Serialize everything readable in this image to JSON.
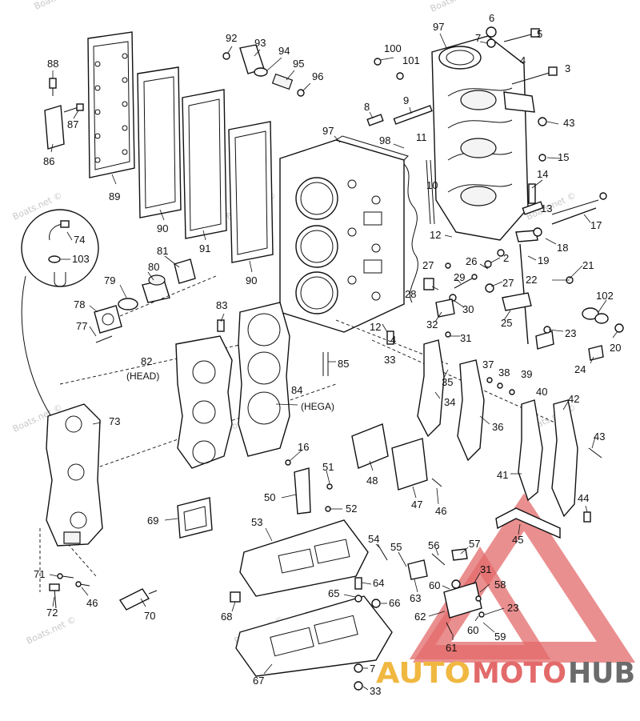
{
  "watermark_text": "Boats.net ©",
  "labels": {
    "head_sub": "(HEAD)",
    "hega_sub": "(HEGA)"
  },
  "logo": {
    "part_a": "AUTO",
    "part_b": "MOTO",
    "part_c": "HUB",
    "color_red": "#e36a6a",
    "color_gold": "#f0b840",
    "color_grey": "#6b6b6b"
  },
  "callouts": [
    {
      "id": "c1",
      "text": "88"
    },
    {
      "id": "c2",
      "text": "87"
    },
    {
      "id": "c3",
      "text": "86"
    },
    {
      "id": "c4",
      "text": "89"
    },
    {
      "id": "c5",
      "text": "90"
    },
    {
      "id": "c6",
      "text": "91"
    },
    {
      "id": "c7",
      "text": "90"
    },
    {
      "id": "c8",
      "text": "92"
    },
    {
      "id": "c9",
      "text": "93"
    },
    {
      "id": "c10",
      "text": "94"
    },
    {
      "id": "c11",
      "text": "95"
    },
    {
      "id": "c12",
      "text": "96"
    },
    {
      "id": "c13",
      "text": "100"
    },
    {
      "id": "c14",
      "text": "101"
    },
    {
      "id": "c15",
      "text": "97"
    },
    {
      "id": "c16",
      "text": "6"
    },
    {
      "id": "c17",
      "text": "7"
    },
    {
      "id": "c18",
      "text": "5"
    },
    {
      "id": "c19",
      "text": "4"
    },
    {
      "id": "c20",
      "text": "3"
    },
    {
      "id": "c21",
      "text": "8"
    },
    {
      "id": "c22",
      "text": "9"
    },
    {
      "id": "c23",
      "text": "43"
    },
    {
      "id": "c24",
      "text": "97"
    },
    {
      "id": "c25",
      "text": "98"
    },
    {
      "id": "c26",
      "text": "11"
    },
    {
      "id": "c27",
      "text": "15"
    },
    {
      "id": "c28",
      "text": "14"
    },
    {
      "id": "c29",
      "text": "10"
    },
    {
      "id": "c30",
      "text": "13"
    },
    {
      "id": "c31",
      "text": "17"
    },
    {
      "id": "c32",
      "text": "12"
    },
    {
      "id": "c33",
      "text": "18"
    },
    {
      "id": "c34",
      "text": "2"
    },
    {
      "id": "c35",
      "text": "19"
    },
    {
      "id": "c36",
      "text": "74"
    },
    {
      "id": "c37",
      "text": "103"
    },
    {
      "id": "c38",
      "text": "81"
    },
    {
      "id": "c39",
      "text": "80"
    },
    {
      "id": "c40",
      "text": "79"
    },
    {
      "id": "c41",
      "text": "78"
    },
    {
      "id": "c42",
      "text": "77"
    },
    {
      "id": "c43",
      "text": "83"
    },
    {
      "id": "c44",
      "text": "27"
    },
    {
      "id": "c45",
      "text": "26"
    },
    {
      "id": "c46",
      "text": "27"
    },
    {
      "id": "c47",
      "text": "21"
    },
    {
      "id": "c48",
      "text": "28"
    },
    {
      "id": "c49",
      "text": "29"
    },
    {
      "id": "c50",
      "text": "22"
    },
    {
      "id": "c51",
      "text": "30"
    },
    {
      "id": "c52",
      "text": "102"
    },
    {
      "id": "c53",
      "text": "32"
    },
    {
      "id": "c54",
      "text": "25"
    },
    {
      "id": "c55",
      "text": "12"
    },
    {
      "id": "c56",
      "text": "4"
    },
    {
      "id": "c57",
      "text": "31"
    },
    {
      "id": "c58",
      "text": "23"
    },
    {
      "id": "c59",
      "text": "20"
    },
    {
      "id": "c60",
      "text": "33"
    },
    {
      "id": "c61",
      "text": "85"
    },
    {
      "id": "c62",
      "text": "82"
    },
    {
      "id": "c63",
      "text": "24"
    },
    {
      "id": "c64",
      "text": "37"
    },
    {
      "id": "c65",
      "text": "38"
    },
    {
      "id": "c66",
      "text": "39"
    },
    {
      "id": "c67",
      "text": "35"
    },
    {
      "id": "c68",
      "text": "40"
    },
    {
      "id": "c69",
      "text": "84"
    },
    {
      "id": "c70",
      "text": "34"
    },
    {
      "id": "c71",
      "text": "42"
    },
    {
      "id": "c72",
      "text": "73"
    },
    {
      "id": "c73",
      "text": "36"
    },
    {
      "id": "c74",
      "text": "43"
    },
    {
      "id": "c75",
      "text": "16"
    },
    {
      "id": "c76",
      "text": "48"
    },
    {
      "id": "c77",
      "text": "41"
    },
    {
      "id": "c78",
      "text": "51"
    },
    {
      "id": "c79",
      "text": "50"
    },
    {
      "id": "c80",
      "text": "47"
    },
    {
      "id": "c81",
      "text": "46"
    },
    {
      "id": "c82",
      "text": "52"
    },
    {
      "id": "c83",
      "text": "44"
    },
    {
      "id": "c84",
      "text": "69"
    },
    {
      "id": "c85",
      "text": "53"
    },
    {
      "id": "c86",
      "text": "45"
    },
    {
      "id": "c87",
      "text": "54"
    },
    {
      "id": "c88",
      "text": "55"
    },
    {
      "id": "c89",
      "text": "56"
    },
    {
      "id": "c90",
      "text": "57"
    },
    {
      "id": "c91",
      "text": "71"
    },
    {
      "id": "c92",
      "text": "64"
    },
    {
      "id": "c93",
      "text": "31"
    },
    {
      "id": "c94",
      "text": "46"
    },
    {
      "id": "c95",
      "text": "60"
    },
    {
      "id": "c96",
      "text": "58"
    },
    {
      "id": "c97",
      "text": "72"
    },
    {
      "id": "c98",
      "text": "65"
    },
    {
      "id": "c99",
      "text": "63"
    },
    {
      "id": "c100",
      "text": "70"
    },
    {
      "id": "c101",
      "text": "66"
    },
    {
      "id": "c102",
      "text": "23"
    },
    {
      "id": "c103",
      "text": "68"
    },
    {
      "id": "c104",
      "text": "62"
    },
    {
      "id": "c105",
      "text": "60"
    },
    {
      "id": "c106",
      "text": "59"
    },
    {
      "id": "c107",
      "text": "61"
    },
    {
      "id": "c108",
      "text": "7"
    },
    {
      "id": "c109",
      "text": "67"
    },
    {
      "id": "c110",
      "text": "33"
    }
  ]
}
